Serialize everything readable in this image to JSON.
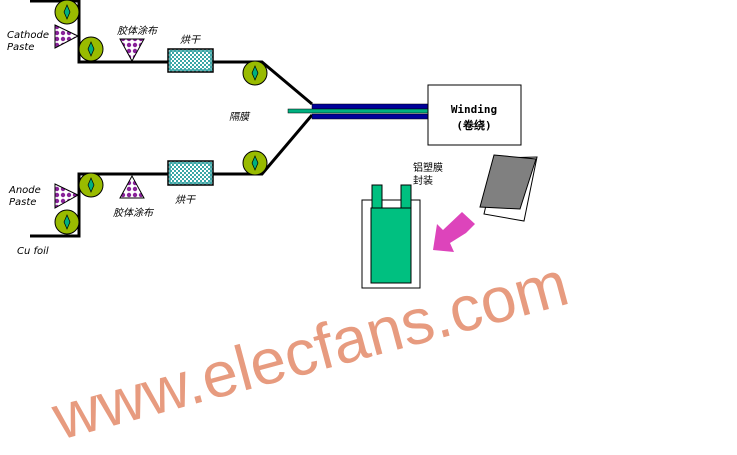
{
  "labels": {
    "cathode_line1": "Cathode",
    "cathode_line2": "Paste",
    "anode_line1": "Anode",
    "anode_line2": "Paste",
    "cu_foil": "Cu foil",
    "coating_top": "胶体涂布",
    "coating_bottom": "胶体涂布",
    "drying_top": "烘干",
    "drying_bottom": "烘干",
    "separator": "隔膜",
    "winding_line1": "Winding",
    "winding_line2": "(卷绕)",
    "packaging_line1": "铝塑膜",
    "packaging_line2": "封装"
  },
  "watermark": "www.elecfans.com",
  "colors": {
    "roller": "#99bb00",
    "roller_core": "#00b080",
    "coater": "#882299",
    "dryer": "#3aa6a6",
    "separator": "#00b080",
    "electrode": "#000099",
    "cell": "#00c080",
    "arrow": "#dd44bb",
    "film": "#808080"
  }
}
